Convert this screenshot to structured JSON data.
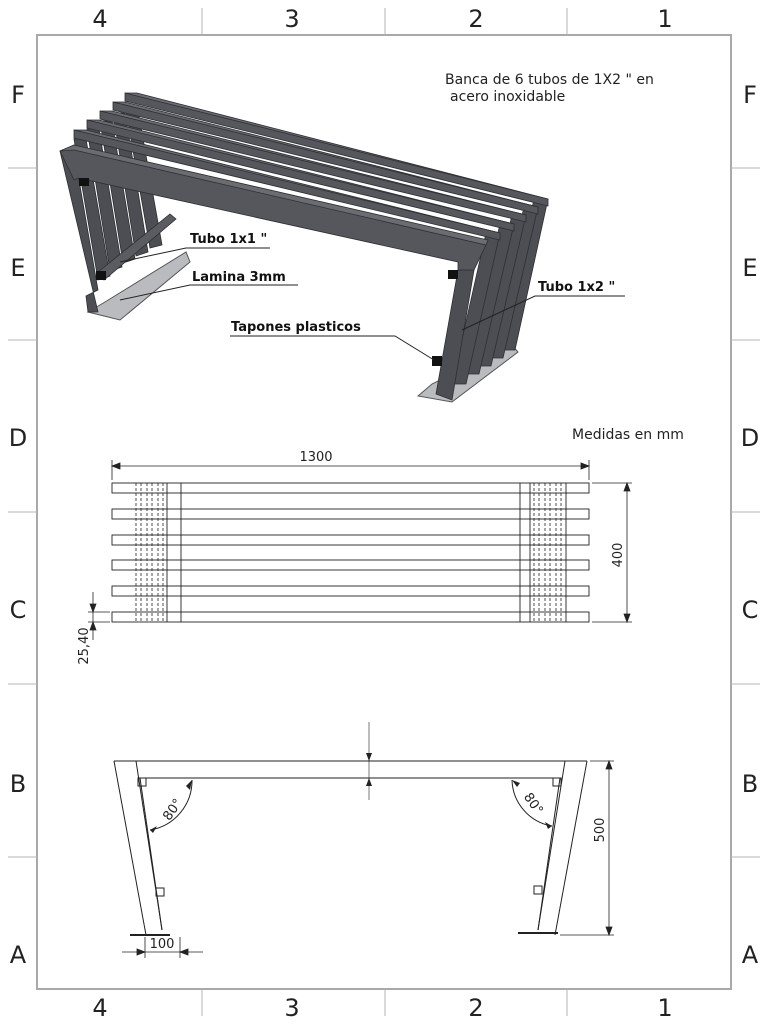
{
  "sheet": {
    "columns": [
      "4",
      "3",
      "2",
      "1"
    ],
    "rows": [
      "F",
      "E",
      "D",
      "C",
      "B",
      "A"
    ]
  },
  "title_note": {
    "line1": "Banca de 6 tubos de 1X2 \" en",
    "line2": "acero inoxidable"
  },
  "units_note": "Medidas en mm",
  "callouts": {
    "tubo_1x1": "Tubo 1x1 \"",
    "lamina": "Lamina 3mm",
    "tubo_1x2": "Tubo 1x2 \"",
    "tapones": "Tapones plasticos"
  },
  "dimensions": {
    "top_length": "1300",
    "top_width": "400",
    "tube_pitch": "25,40",
    "angle_left": "80°",
    "angle_right": "80°",
    "height": "500",
    "base_plate": "100"
  },
  "colors": {
    "frame": "#a9a9a9",
    "bench_top": "#5f6167",
    "bench_side": "#45474c",
    "plate": "#b9bbbf",
    "ink": "#222222"
  }
}
